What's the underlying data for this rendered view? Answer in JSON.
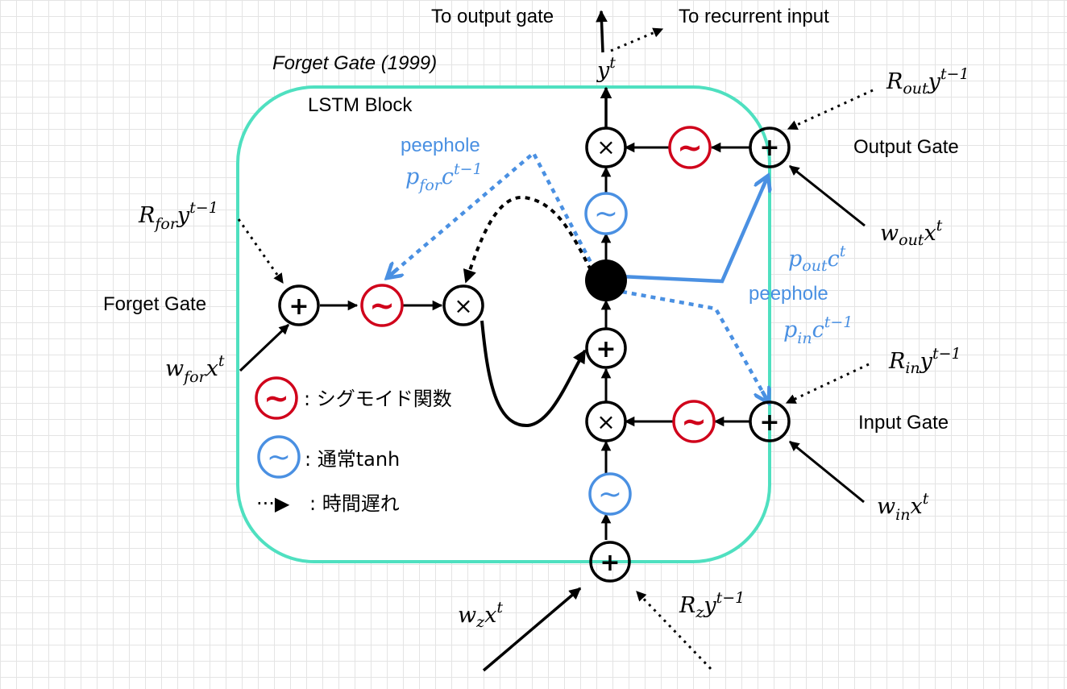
{
  "title": "Forget Gate (1999)",
  "block_label": "LSTM Block",
  "colors": {
    "block_border": "#4fe0c0",
    "sigmoid": "#d0021b",
    "tanh": "#4a90e2",
    "peephole": "#4a90e2",
    "line": "#000000",
    "grid": "#e4e4e4"
  },
  "outputs": {
    "to_output_gate": "To output gate",
    "to_recurrent_input": "To recurrent input",
    "y": {
      "base": "y",
      "sup": "t"
    }
  },
  "gates": {
    "forget": {
      "label": "Forget Gate"
    },
    "input": {
      "label": "Input Gate"
    },
    "output": {
      "label": "Output Gate"
    }
  },
  "inputs": {
    "R_for": {
      "base": "R",
      "sub": "for",
      "var": "y",
      "sup": "t−1"
    },
    "w_for": {
      "base": "w",
      "sub": "for",
      "var": "x",
      "sup": "t"
    },
    "R_out": {
      "base": "R",
      "sub": "out",
      "var": "y",
      "sup": "t−1"
    },
    "w_out": {
      "base": "w",
      "sub": "out",
      "var": "x",
      "sup": "t"
    },
    "R_in": {
      "base": "R",
      "sub": "in",
      "var": "y",
      "sup": "t−1"
    },
    "w_in": {
      "base": "w",
      "sub": "in",
      "var": "x",
      "sup": "t"
    },
    "w_z": {
      "base": "w",
      "sub": "z",
      "var": "x",
      "sup": "t"
    },
    "R_z": {
      "base": "R",
      "sub": "z",
      "var": "y",
      "sup": "t−1"
    }
  },
  "peepholes": {
    "forget": {
      "label": "peephole",
      "base": "p",
      "sub": "for",
      "var": "c",
      "sup": "t−1"
    },
    "output": {
      "base": "p",
      "sub": "out",
      "var": "c",
      "sup": "t"
    },
    "middle_label": "peephole",
    "input": {
      "base": "p",
      "sub": "in",
      "var": "c",
      "sup": "t−1"
    }
  },
  "node_symbols": {
    "plus": "+",
    "times": "×",
    "activation": "~"
  },
  "legend": {
    "sigmoid": ": シグモイド関数",
    "tanh": ": 通常tanh",
    "delay_symbol": "···▶",
    "delay": ": 時間遅れ"
  }
}
